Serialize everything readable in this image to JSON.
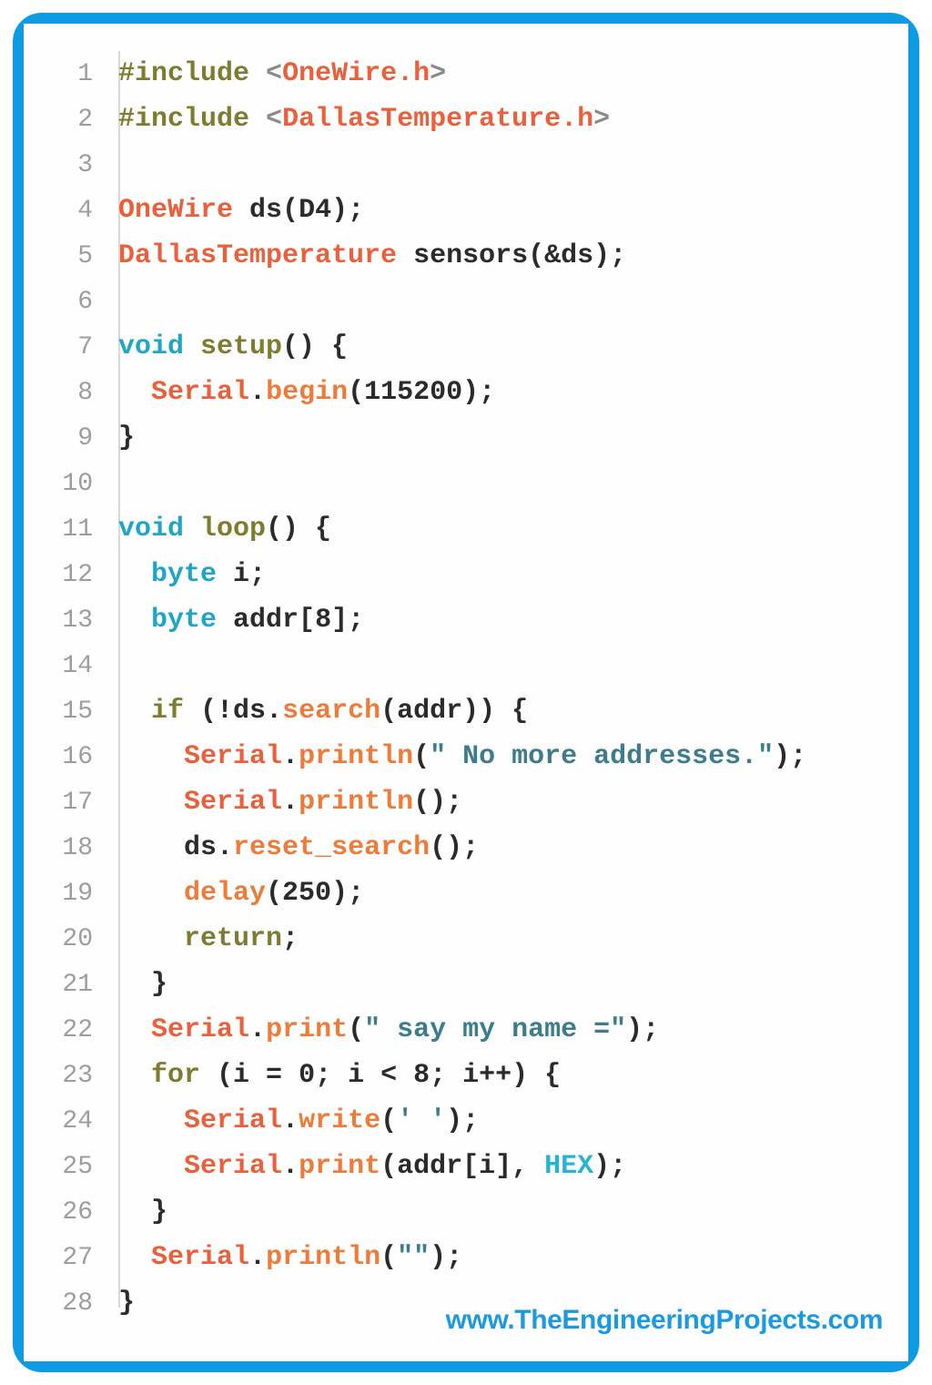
{
  "frame": {
    "border_color": "#0D9BE4",
    "background": "#ffffff"
  },
  "editor": {
    "language": "arduino-c",
    "first_line_number": 1,
    "last_line_number": 28,
    "gutter_color": "#9d9d9d"
  },
  "footer": {
    "watermark": "www.TheEngineeringProjects.com",
    "color": "#1C9AE0"
  },
  "colors": {
    "preprocessor": "#7E7D2F",
    "include_path": "#E8603C",
    "class_name": "#E8603C",
    "keyword": "#20A6C4",
    "function_name": "#7E7D2F",
    "object": "#E8603C",
    "method": "#EE7B3A",
    "string": "#3C7C8C",
    "constant": "#26B4D2",
    "plain": "#2b2b2b",
    "line_number": "#9d9d9d"
  },
  "code": {
    "lines": [
      {
        "n": "1",
        "tokens": [
          {
            "t": "#include",
            "c": "t-pre"
          },
          {
            "t": " ",
            "c": "t-plain"
          },
          {
            "t": "<",
            "c": "t-ang"
          },
          {
            "t": "OneWire.h",
            "c": "t-inc"
          },
          {
            "t": ">",
            "c": "t-ang"
          }
        ]
      },
      {
        "n": "2",
        "tokens": [
          {
            "t": "#include",
            "c": "t-pre"
          },
          {
            "t": " ",
            "c": "t-plain"
          },
          {
            "t": "<",
            "c": "t-ang"
          },
          {
            "t": "DallasTemperature.h",
            "c": "t-inc"
          },
          {
            "t": ">",
            "c": "t-ang"
          }
        ]
      },
      {
        "n": "3",
        "tokens": []
      },
      {
        "n": "4",
        "tokens": [
          {
            "t": "OneWire",
            "c": "t-cls"
          },
          {
            "t": " ds",
            "c": "t-plain"
          },
          {
            "t": "(",
            "c": "t-punc"
          },
          {
            "t": "D4",
            "c": "t-plain"
          },
          {
            "t": ");",
            "c": "t-punc"
          }
        ]
      },
      {
        "n": "5",
        "tokens": [
          {
            "t": "DallasTemperature",
            "c": "t-cls"
          },
          {
            "t": " sensors",
            "c": "t-plain"
          },
          {
            "t": "(&",
            "c": "t-punc"
          },
          {
            "t": "ds",
            "c": "t-plain"
          },
          {
            "t": ");",
            "c": "t-punc"
          }
        ]
      },
      {
        "n": "6",
        "tokens": []
      },
      {
        "n": "7",
        "tokens": [
          {
            "t": "void",
            "c": "t-kw"
          },
          {
            "t": " ",
            "c": "t-plain"
          },
          {
            "t": "setup",
            "c": "t-fn"
          },
          {
            "t": "() {",
            "c": "t-punc"
          }
        ]
      },
      {
        "n": "8",
        "tokens": [
          {
            "t": "  ",
            "c": "t-plain"
          },
          {
            "t": "Serial",
            "c": "t-obj"
          },
          {
            "t": ".",
            "c": "t-punc"
          },
          {
            "t": "begin",
            "c": "t-meth"
          },
          {
            "t": "(",
            "c": "t-punc"
          },
          {
            "t": "115200",
            "c": "t-num"
          },
          {
            "t": ");",
            "c": "t-punc"
          }
        ]
      },
      {
        "n": "9",
        "tokens": [
          {
            "t": "}",
            "c": "t-punc"
          }
        ]
      },
      {
        "n": "10",
        "tokens": []
      },
      {
        "n": "11",
        "tokens": [
          {
            "t": "void",
            "c": "t-kw"
          },
          {
            "t": " ",
            "c": "t-plain"
          },
          {
            "t": "loop",
            "c": "t-fn"
          },
          {
            "t": "() {",
            "c": "t-punc"
          }
        ]
      },
      {
        "n": "12",
        "tokens": [
          {
            "t": "  ",
            "c": "t-plain"
          },
          {
            "t": "byte",
            "c": "t-kw"
          },
          {
            "t": " i;",
            "c": "t-plain"
          }
        ]
      },
      {
        "n": "13",
        "tokens": [
          {
            "t": "  ",
            "c": "t-plain"
          },
          {
            "t": "byte",
            "c": "t-kw"
          },
          {
            "t": " addr",
            "c": "t-plain"
          },
          {
            "t": "[",
            "c": "t-punc"
          },
          {
            "t": "8",
            "c": "t-num"
          },
          {
            "t": "];",
            "c": "t-punc"
          }
        ]
      },
      {
        "n": "14",
        "tokens": []
      },
      {
        "n": "15",
        "tokens": [
          {
            "t": "  ",
            "c": "t-plain"
          },
          {
            "t": "if",
            "c": "t-ctrl"
          },
          {
            "t": " (!",
            "c": "t-punc"
          },
          {
            "t": "ds",
            "c": "t-plain"
          },
          {
            "t": ".",
            "c": "t-punc"
          },
          {
            "t": "search",
            "c": "t-meth"
          },
          {
            "t": "(",
            "c": "t-punc"
          },
          {
            "t": "addr",
            "c": "t-plain"
          },
          {
            "t": ")) {",
            "c": "t-punc"
          }
        ]
      },
      {
        "n": "16",
        "tokens": [
          {
            "t": "    ",
            "c": "t-plain"
          },
          {
            "t": "Serial",
            "c": "t-obj"
          },
          {
            "t": ".",
            "c": "t-punc"
          },
          {
            "t": "println",
            "c": "t-meth"
          },
          {
            "t": "(",
            "c": "t-punc"
          },
          {
            "t": "\" No more addresses.\"",
            "c": "t-str"
          },
          {
            "t": ");",
            "c": "t-punc"
          }
        ]
      },
      {
        "n": "17",
        "tokens": [
          {
            "t": "    ",
            "c": "t-plain"
          },
          {
            "t": "Serial",
            "c": "t-obj"
          },
          {
            "t": ".",
            "c": "t-punc"
          },
          {
            "t": "println",
            "c": "t-meth"
          },
          {
            "t": "();",
            "c": "t-punc"
          }
        ]
      },
      {
        "n": "18",
        "tokens": [
          {
            "t": "    ",
            "c": "t-plain"
          },
          {
            "t": "ds",
            "c": "t-plain"
          },
          {
            "t": ".",
            "c": "t-punc"
          },
          {
            "t": "reset_search",
            "c": "t-meth"
          },
          {
            "t": "();",
            "c": "t-punc"
          }
        ]
      },
      {
        "n": "19",
        "tokens": [
          {
            "t": "    ",
            "c": "t-plain"
          },
          {
            "t": "delay",
            "c": "t-meth"
          },
          {
            "t": "(",
            "c": "t-punc"
          },
          {
            "t": "250",
            "c": "t-num"
          },
          {
            "t": ");",
            "c": "t-punc"
          }
        ]
      },
      {
        "n": "20",
        "tokens": [
          {
            "t": "    ",
            "c": "t-plain"
          },
          {
            "t": "return",
            "c": "t-ctrl"
          },
          {
            "t": ";",
            "c": "t-punc"
          }
        ]
      },
      {
        "n": "21",
        "tokens": [
          {
            "t": "  }",
            "c": "t-punc"
          }
        ]
      },
      {
        "n": "22",
        "tokens": [
          {
            "t": "  ",
            "c": "t-plain"
          },
          {
            "t": "Serial",
            "c": "t-obj"
          },
          {
            "t": ".",
            "c": "t-punc"
          },
          {
            "t": "print",
            "c": "t-meth"
          },
          {
            "t": "(",
            "c": "t-punc"
          },
          {
            "t": "\" say my name =\"",
            "c": "t-str"
          },
          {
            "t": ");",
            "c": "t-punc"
          }
        ]
      },
      {
        "n": "23",
        "tokens": [
          {
            "t": "  ",
            "c": "t-plain"
          },
          {
            "t": "for",
            "c": "t-ctrl"
          },
          {
            "t": " (",
            "c": "t-punc"
          },
          {
            "t": "i = ",
            "c": "t-plain"
          },
          {
            "t": "0",
            "c": "t-num"
          },
          {
            "t": "; ",
            "c": "t-punc"
          },
          {
            "t": "i < ",
            "c": "t-plain"
          },
          {
            "t": "8",
            "c": "t-num"
          },
          {
            "t": "; ",
            "c": "t-punc"
          },
          {
            "t": "i++",
            "c": "t-plain"
          },
          {
            "t": ") {",
            "c": "t-punc"
          }
        ]
      },
      {
        "n": "24",
        "tokens": [
          {
            "t": "    ",
            "c": "t-plain"
          },
          {
            "t": "Serial",
            "c": "t-obj"
          },
          {
            "t": ".",
            "c": "t-punc"
          },
          {
            "t": "write",
            "c": "t-meth"
          },
          {
            "t": "(",
            "c": "t-punc"
          },
          {
            "t": "' '",
            "c": "t-str"
          },
          {
            "t": ");",
            "c": "t-punc"
          }
        ]
      },
      {
        "n": "25",
        "tokens": [
          {
            "t": "    ",
            "c": "t-plain"
          },
          {
            "t": "Serial",
            "c": "t-obj"
          },
          {
            "t": ".",
            "c": "t-punc"
          },
          {
            "t": "print",
            "c": "t-meth"
          },
          {
            "t": "(",
            "c": "t-punc"
          },
          {
            "t": "addr",
            "c": "t-plain"
          },
          {
            "t": "[",
            "c": "t-punc"
          },
          {
            "t": "i",
            "c": "t-plain"
          },
          {
            "t": "], ",
            "c": "t-punc"
          },
          {
            "t": "HEX",
            "c": "t-const"
          },
          {
            "t": ");",
            "c": "t-punc"
          }
        ]
      },
      {
        "n": "26",
        "tokens": [
          {
            "t": "  }",
            "c": "t-punc"
          }
        ]
      },
      {
        "n": "27",
        "tokens": [
          {
            "t": "  ",
            "c": "t-plain"
          },
          {
            "t": "Serial",
            "c": "t-obj"
          },
          {
            "t": ".",
            "c": "t-punc"
          },
          {
            "t": "println",
            "c": "t-meth"
          },
          {
            "t": "(",
            "c": "t-punc"
          },
          {
            "t": "\"\"",
            "c": "t-str"
          },
          {
            "t": ");",
            "c": "t-punc"
          }
        ]
      },
      {
        "n": "28",
        "tokens": [
          {
            "t": "}",
            "c": "t-punc"
          }
        ]
      }
    ]
  }
}
